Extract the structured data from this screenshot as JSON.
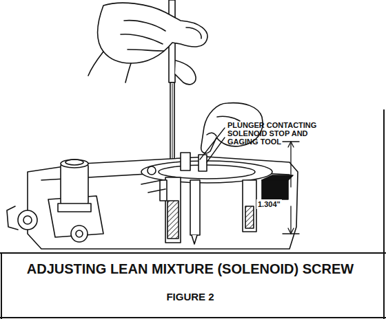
{
  "diagram": {
    "caption": "ADJUSTING LEAN MIXTURE (SOLENOID) SCREW",
    "labels": [
      "PLUNGER CONTACTING SOLENOID STOP AND GAGING TOOL",
      "1.304\"",
      "FIGURE 2"
    ]
  }
}
